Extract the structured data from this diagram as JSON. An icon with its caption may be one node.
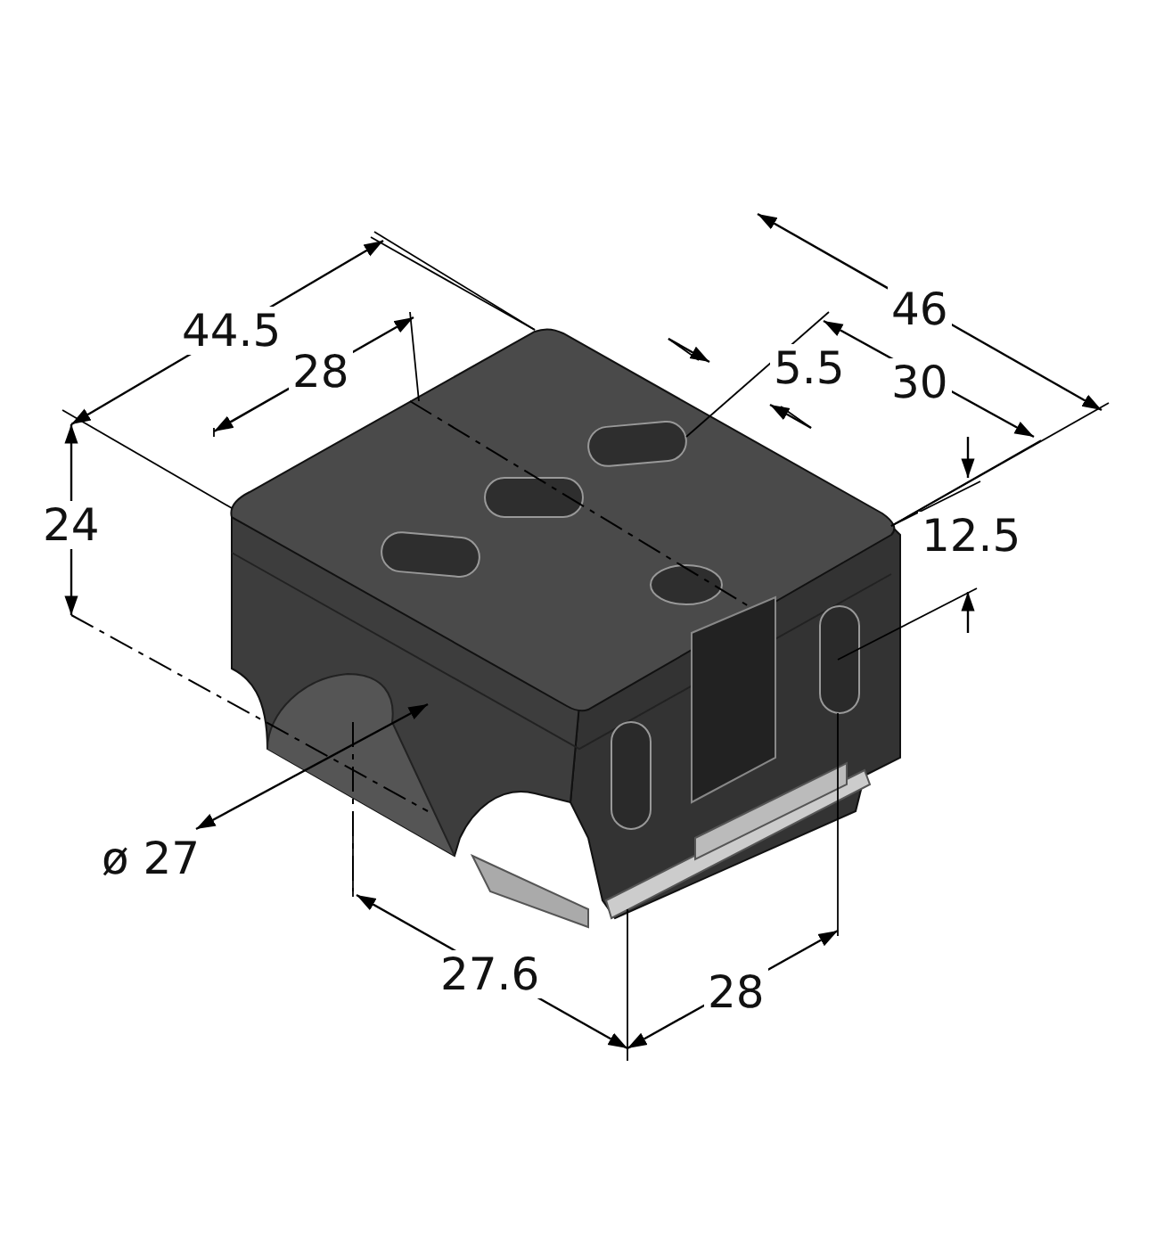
{
  "diagram": {
    "labels": [
      "46",
      "44.5",
      "28",
      "5.5",
      "30",
      "24",
      "12.5",
      "ø 27",
      "27.6",
      "28"
    ]
  }
}
